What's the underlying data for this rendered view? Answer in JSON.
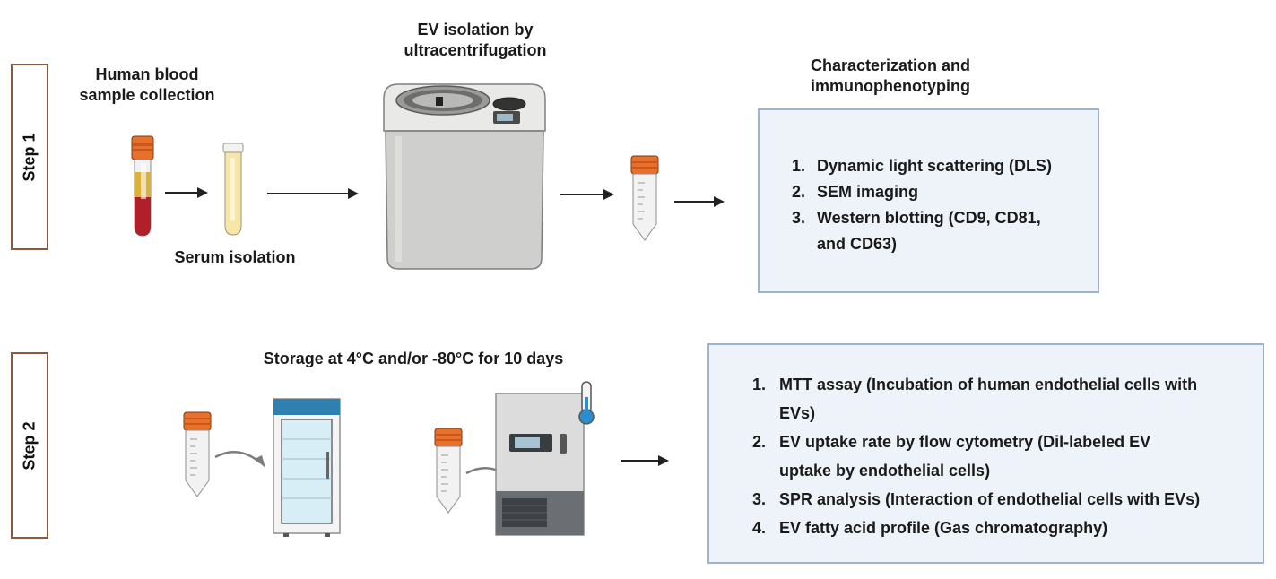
{
  "step1": {
    "step_label": "Step 1",
    "blood_label_line1": "Human blood",
    "blood_label_line2": "sample collection",
    "serum_label": "Serum isolation",
    "ev_label_line1": "EV isolation by",
    "ev_label_line2": "ultracentrifugation",
    "char_label_line1": "Characterization and",
    "char_label_line2": "immunophenotyping",
    "char_items": [
      {
        "num": "1.",
        "text": "Dynamic light scattering (DLS)"
      },
      {
        "num": "2.",
        "text": "SEM imaging"
      },
      {
        "num": "3.",
        "text": "Western blotting (CD9, CD81,",
        "text2": "and CD63)"
      }
    ]
  },
  "step2": {
    "step_label": "Step 2",
    "storage_label": "Storage at 4°C and/or -80°C for 10 days",
    "assay_items": [
      {
        "num": "1.",
        "text": "MTT assay (Incubation of human endothelial cells with",
        "text2": "EVs)"
      },
      {
        "num": "2.",
        "text": "EV uptake rate by flow cytometry (Dil-labeled EV",
        "text2": "uptake by endothelial cells)"
      },
      {
        "num": "3.",
        "text": "SPR analysis (Interaction of endothelial cells with EVs)"
      },
      {
        "num": "4.",
        "text": "EV fatty acid profile (Gas chromatography)"
      }
    ]
  },
  "icons": [
    "blood-tube-icon",
    "serum-tube-icon",
    "centrifuge-icon",
    "conical-tube-icon",
    "refrigerator-icon",
    "freezer-icon",
    "thermometer-icon"
  ],
  "colors": {
    "step_border": "#8a5a3c",
    "panel_border": "#9db3cc",
    "panel_fill": "#eef3fa",
    "cap_orange": "#e8702a",
    "serum_yellow": "#f6e6a8",
    "blood_red": "#b0202a"
  }
}
